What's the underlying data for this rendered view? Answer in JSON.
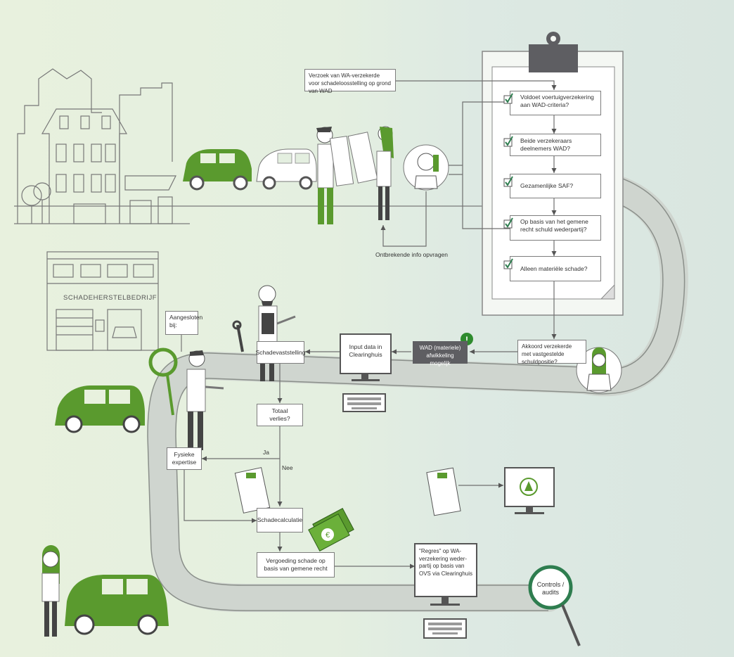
{
  "flow": {
    "request": "Verzoek van WA-verzekerde voor schadeloosstelling op grond van WAD",
    "checks": [
      "Voldoet voertuigverzekering aan WAD-criteria?",
      "Beide verzekeraars deelnemers WAD?",
      "Gezamenlijke SAF?",
      "Op basis van het gemene recht schuld wederpartij?",
      "Alleen materiële schade?"
    ],
    "missing_info": "Ontbrekende info opvragen",
    "agree_position": "Akkoord verzekerde met vastgestelde schuldpositie?",
    "wad_settlement": "WAD (materiele) afwikkeling mogelijk",
    "input_data": "Input data in Clearinghuis",
    "damage_assessment": "Schadevaststelling",
    "total_loss": "Totaal verlies?",
    "yes": "Ja",
    "no": "Nee",
    "physical_expertise": "Fysieke expertise",
    "damage_calculation": "Schadecalculatie",
    "compensation": "Vergoeding schade op basis van gemene recht",
    "recourse": "\"Regres\" op WA-verzekering weder-partij op basis van OVS via Clearinghuis",
    "controls_audits": "Controls / audits",
    "repair_shop": "SCHADEHERSTELBEDRIJF",
    "submitted_at": "Aangesloten bij:"
  },
  "colors": {
    "green": "#5a9a2e",
    "dark_green": "#2e7d4f",
    "gray": "#5e5e62",
    "line": "#6f6f6f"
  }
}
